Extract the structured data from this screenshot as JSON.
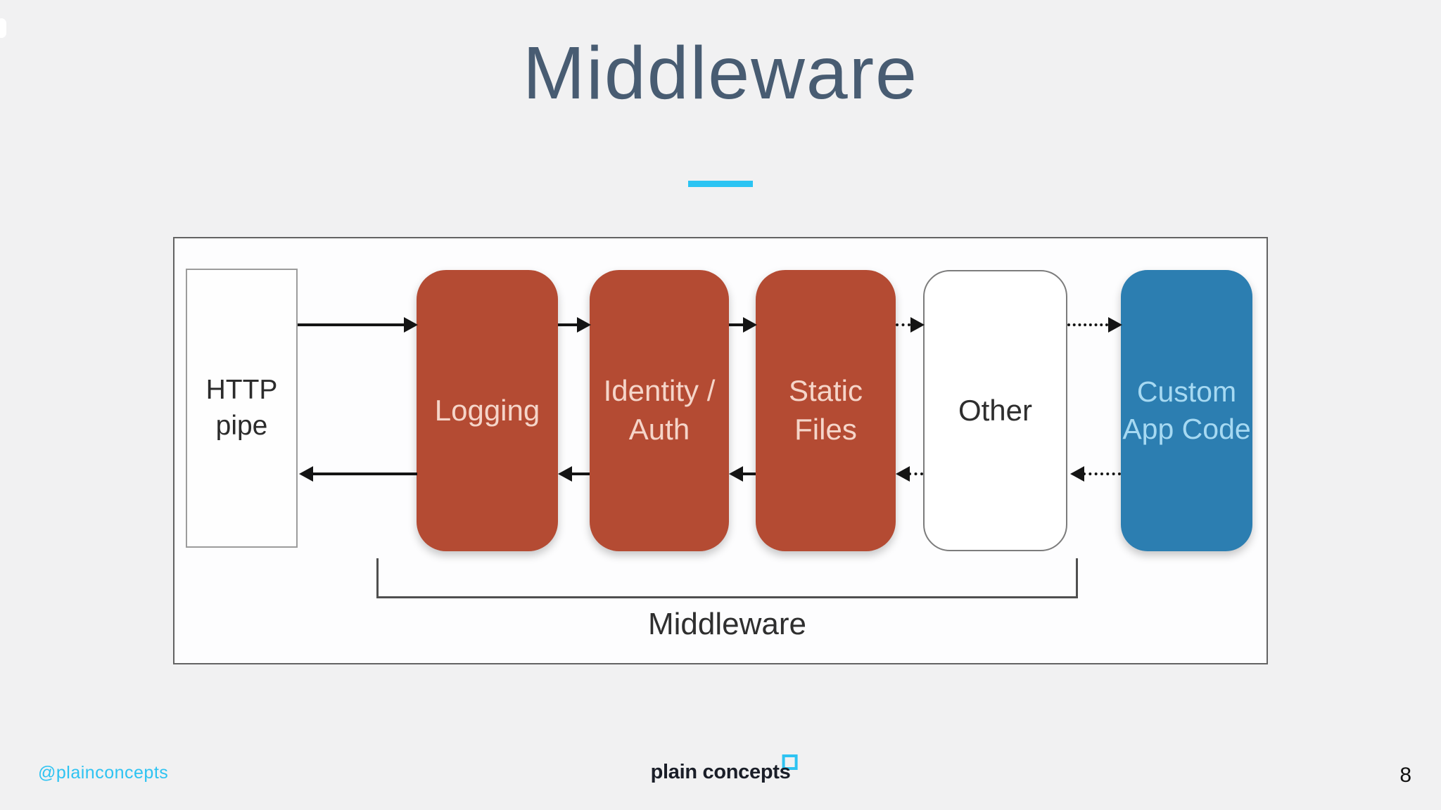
{
  "slide": {
    "title": "Middleware",
    "page_number": "8",
    "footer": {
      "handle": "@plainconcepts",
      "logo_text": "plain concepts"
    },
    "colors": {
      "background": "#F1F1F2",
      "title_text": "#485C72",
      "accent_cyan": "#2BC4F3",
      "middleware_node_fill": "#B44B33",
      "middleware_node_text": "#F5D5C9",
      "endpoint_node_fill": "#2C7EB1",
      "endpoint_node_text": "#A6D9F2",
      "arrow": "#141414"
    }
  },
  "diagram": {
    "caption": "Middleware",
    "nodes": [
      {
        "id": "http-pipe",
        "label": "HTTP\npipe",
        "type": "plain"
      },
      {
        "id": "logging",
        "label": "Logging",
        "type": "middleware"
      },
      {
        "id": "identity-auth",
        "label": "Identity /\nAuth",
        "type": "middleware"
      },
      {
        "id": "static-files",
        "label": "Static Files",
        "type": "middleware"
      },
      {
        "id": "other",
        "label": "Other",
        "type": "optional"
      },
      {
        "id": "custom-app-code",
        "label": "Custom\nApp Code",
        "type": "endpoint"
      }
    ]
  }
}
